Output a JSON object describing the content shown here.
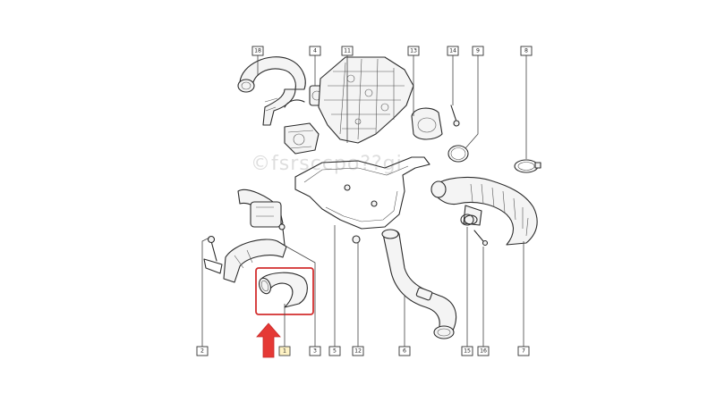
{
  "watermark": "©fsrsccpo??gi",
  "highlight_color": "#d32f2f",
  "arrow_color": "#e53935",
  "callouts": [
    "18",
    "4",
    "11",
    "13",
    "14",
    "9",
    "8",
    "2",
    "1",
    "3",
    "5",
    "12",
    "6",
    "15",
    "16",
    "7"
  ],
  "highlighted_part": "1"
}
